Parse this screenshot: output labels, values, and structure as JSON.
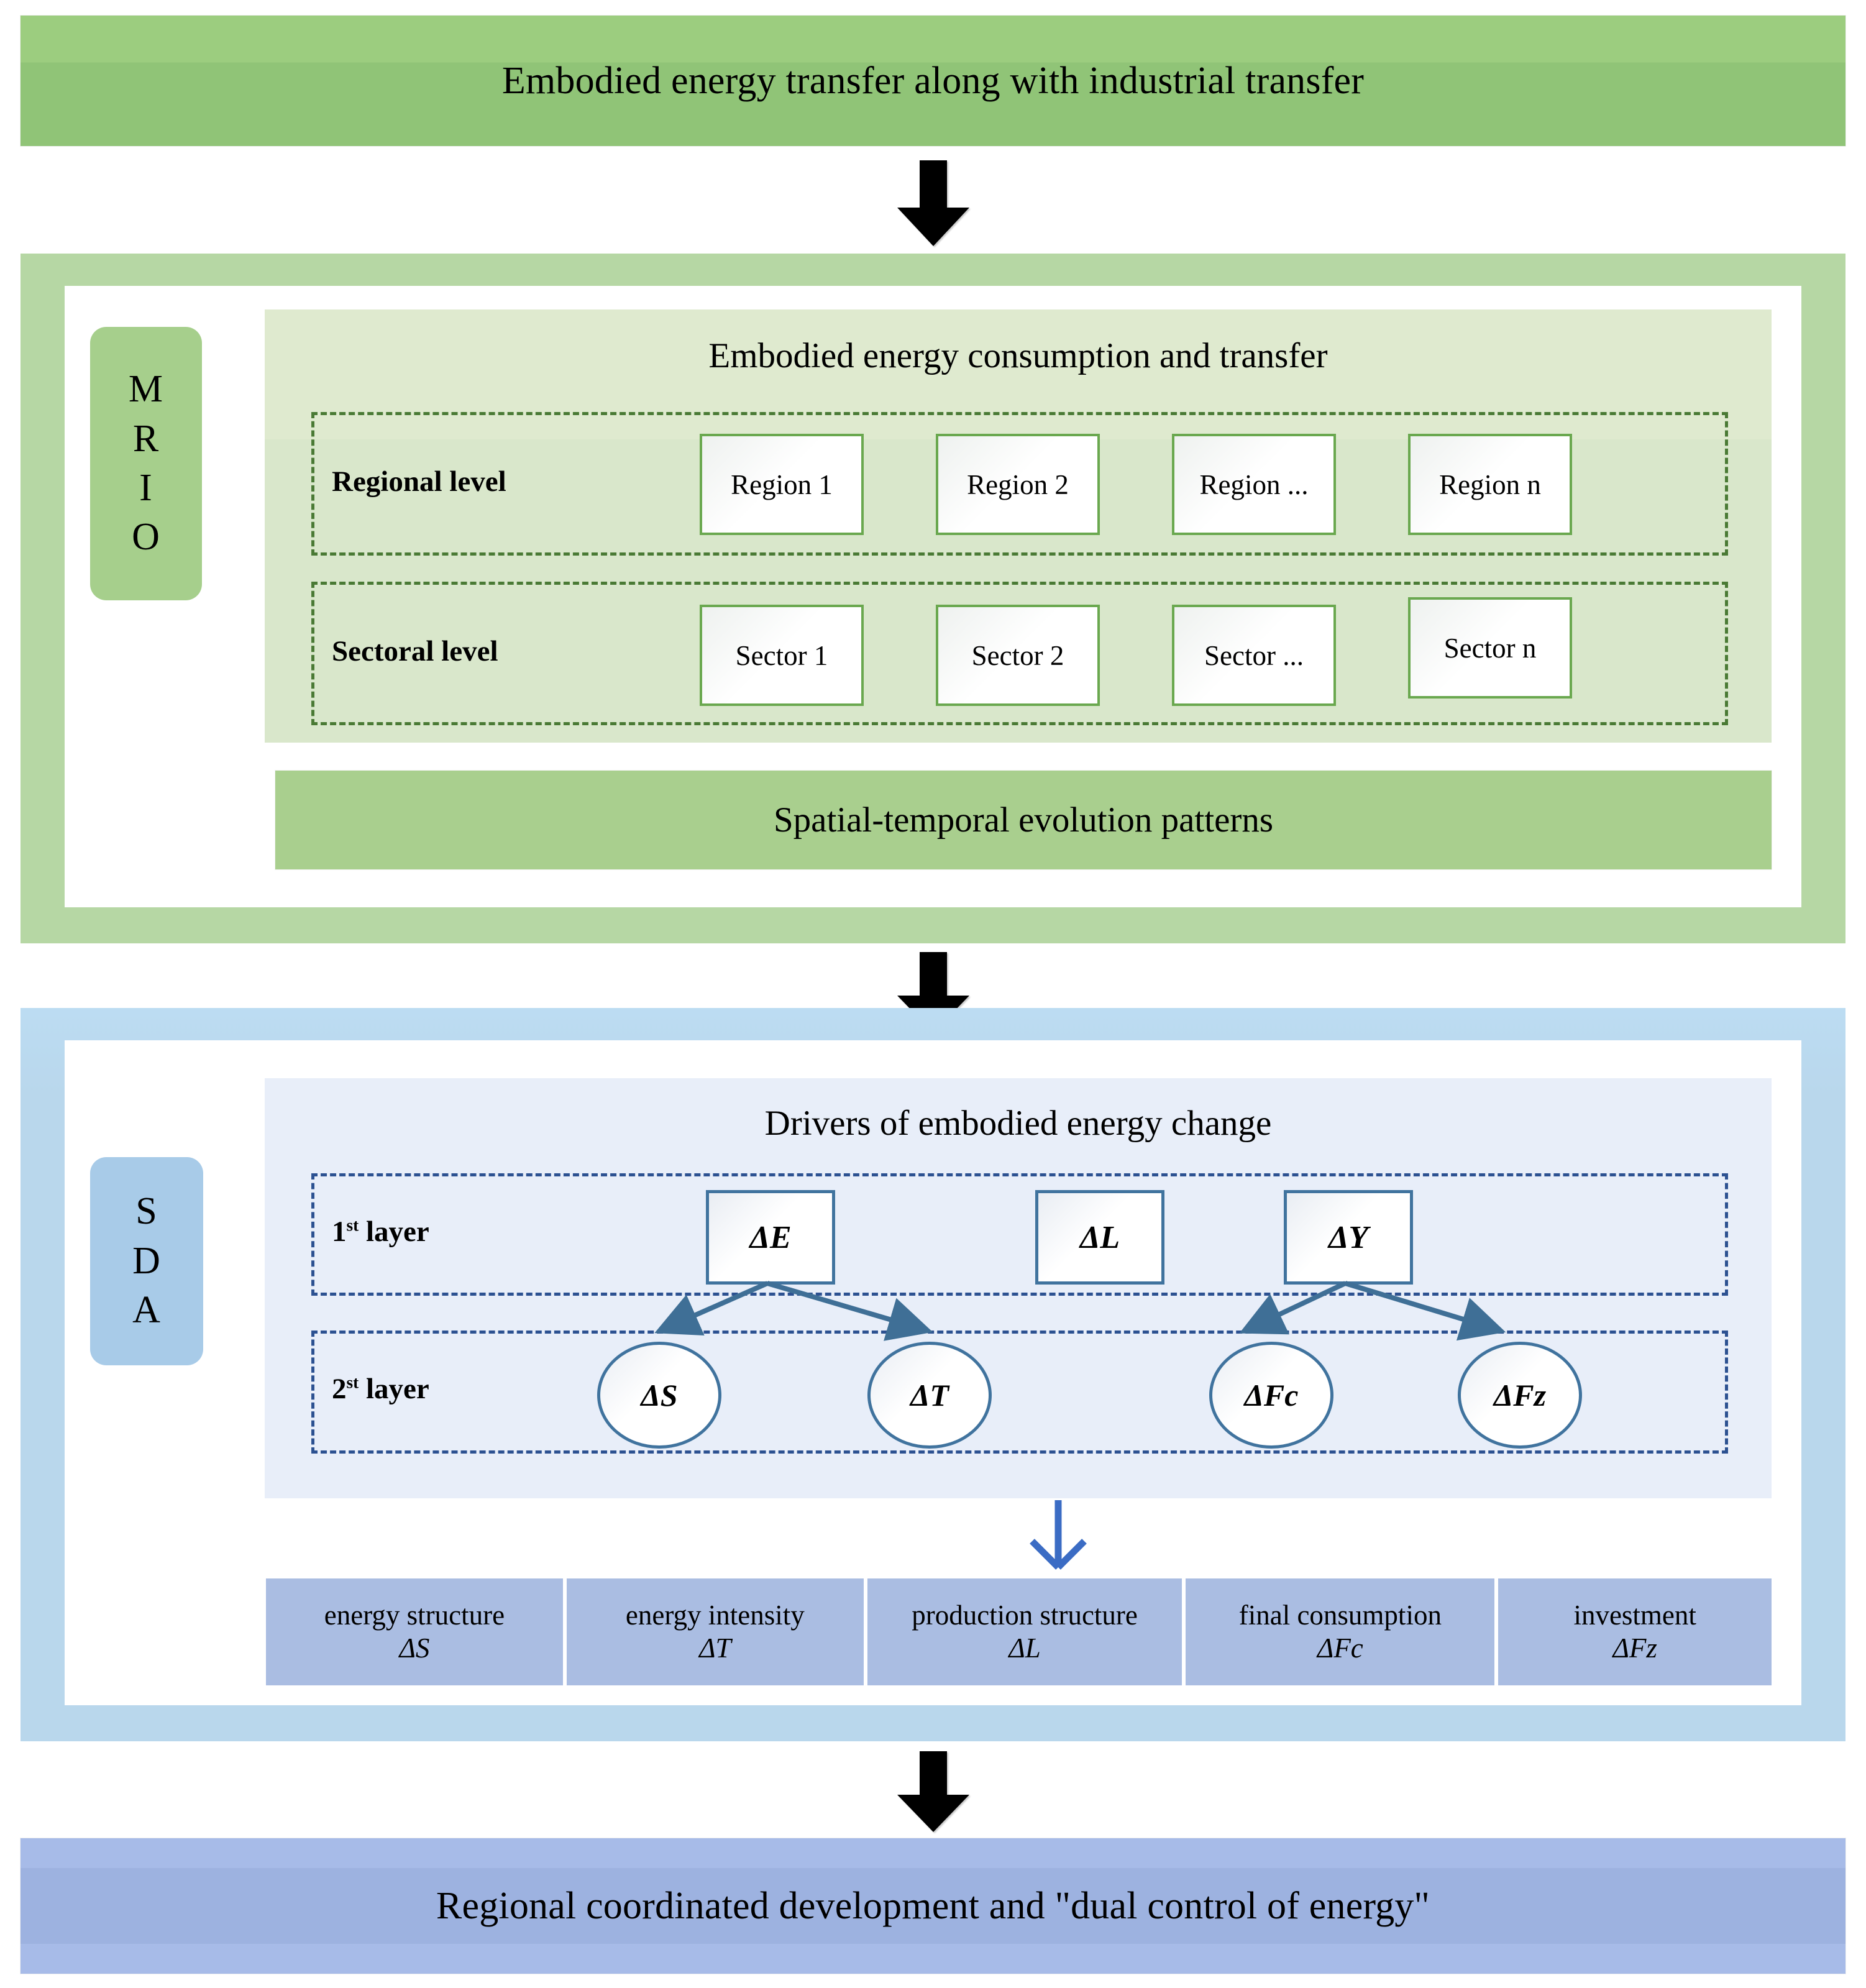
{
  "top_banner": {
    "text": "Embodied energy transfer along with industrial transfer"
  },
  "mrio": {
    "tab_letters": [
      "M",
      "R",
      "I",
      "O"
    ],
    "panel_title": "Embodied energy consumption and transfer",
    "rows": [
      {
        "label": "Regional level",
        "items": [
          "Region 1",
          "Region 2",
          "Region ...",
          "Region n"
        ]
      },
      {
        "label": "Sectoral level",
        "items": [
          "Sector 1",
          "Sector 2",
          "Sector ...",
          "Sector n"
        ]
      }
    ],
    "footer_bar": "Spatial-temporal evolution patterns"
  },
  "sda": {
    "tab_letters": [
      "S",
      "D",
      "A"
    ],
    "panel_title": "Drivers of embodied energy change",
    "layer1": {
      "label_num": "1",
      "label_sup": "st",
      "label_rest": " layer",
      "nodes": [
        "ΔE",
        "ΔL",
        "ΔY"
      ]
    },
    "layer2": {
      "label_num": "2",
      "label_sup": "st",
      "label_rest": " layer",
      "nodes": [
        "ΔS",
        "ΔT",
        "ΔFc",
        "ΔFz"
      ]
    },
    "drivers": [
      {
        "name": "energy structure",
        "symbol": "ΔS"
      },
      {
        "name": "energy intensity",
        "symbol": "ΔT"
      },
      {
        "name": "production structure",
        "symbol": "ΔL"
      },
      {
        "name": "final consumption",
        "symbol": "ΔFc"
      },
      {
        "name": "investment",
        "symbol": "ΔFz"
      }
    ]
  },
  "bottom_banner": {
    "text": "Regional coordinated development and  \"dual control of energy\""
  },
  "colors": {
    "green_banner": "#90c477",
    "green_outer": "#b6d7a4",
    "green_tab": "#a6cf8c",
    "green_panel": "#d9e7cb",
    "green_dash": "#4a7a35",
    "green_box_border": "#6aa84f",
    "blue_outer": "#b9d7ec",
    "blue_tab": "#a8cbe8",
    "blue_panel": "#e8eef9",
    "blue_dash": "#2c5191",
    "blue_node_border": "#40739e",
    "driver_fill": "#aabde2",
    "bottom_banner": "#9db2e0"
  }
}
